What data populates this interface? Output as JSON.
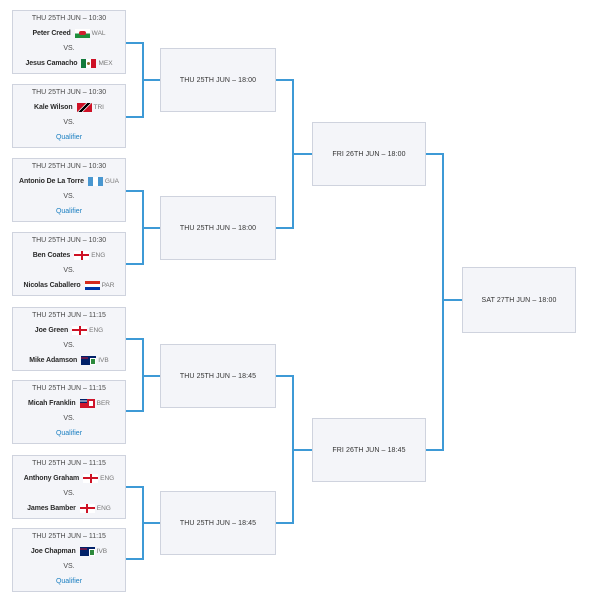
{
  "colors": {
    "connector": "#3e9ad6",
    "qualifier": "#1a7fc1",
    "box_bg": "#f4f5f9",
    "box_border": "#cfd3de"
  },
  "vs_label": "VS.",
  "matches": [
    {
      "date": "THU 25TH JUN – 10:30",
      "p1": {
        "name": "Peter Creed",
        "flag": "wal-flag-icon",
        "code": "WAL"
      },
      "p2": {
        "name": "Jesus Camacho",
        "flag": "mex-flag-icon",
        "code": "MEX"
      }
    },
    {
      "date": "THU 25TH JUN – 10:30",
      "p1": {
        "name": "Kale Wilson",
        "flag": "tri-flag-icon",
        "code": "TRI"
      },
      "p2": {
        "name": "Qualifier"
      }
    },
    {
      "date": "THU 25TH JUN – 10:30",
      "p1": {
        "name": "Antonio De La Torre",
        "flag": "gua-flag-icon",
        "code": "GUA"
      },
      "p2": {
        "name": "Qualifier"
      }
    },
    {
      "date": "THU 25TH JUN – 10:30",
      "p1": {
        "name": "Ben Coates",
        "flag": "eng-flag-icon",
        "code": "ENG"
      },
      "p2": {
        "name": "Nicolas Caballero",
        "flag": "par-flag-icon",
        "code": "PAR"
      }
    },
    {
      "date": "THU 25TH JUN – 11:15",
      "p1": {
        "name": "Joe Green",
        "flag": "eng-flag-icon",
        "code": "ENG"
      },
      "p2": {
        "name": "Mike Adamson",
        "flag": "ivb-flag-icon",
        "code": "IVB"
      }
    },
    {
      "date": "THU 25TH JUN – 11:15",
      "p1": {
        "name": "Micah Franklin",
        "flag": "ber-flag-icon",
        "code": "BER"
      },
      "p2": {
        "name": "Qualifier"
      }
    },
    {
      "date": "THU 25TH JUN – 11:15",
      "p1": {
        "name": "Anthony Graham",
        "flag": "eng-flag-icon",
        "code": "ENG"
      },
      "p2": {
        "name": "James Bamber",
        "flag": "eng-flag-icon",
        "code": "ENG"
      }
    },
    {
      "date": "THU 25TH JUN – 11:15",
      "p1": {
        "name": "Joe Chapman",
        "flag": "ivb-flag-icon",
        "code": "IVB"
      },
      "p2": {
        "name": "Qualifier"
      }
    }
  ],
  "quarterfinals": [
    {
      "date": "THU 25TH JUN – 18:00"
    },
    {
      "date": "THU 25TH JUN – 18:00"
    },
    {
      "date": "THU 25TH JUN – 18:45"
    },
    {
      "date": "THU 25TH JUN – 18:45"
    }
  ],
  "semifinals": [
    {
      "date": "FRI 26TH JUN – 18:00"
    },
    {
      "date": "FRI 26TH JUN – 18:45"
    }
  ],
  "final": {
    "date": "SAT 27TH JUN – 18:00"
  }
}
